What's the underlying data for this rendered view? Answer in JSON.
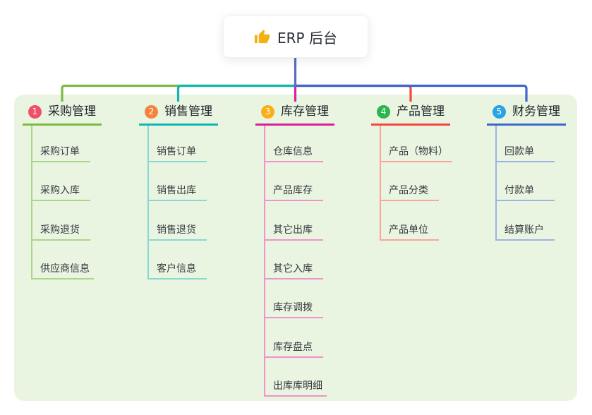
{
  "root": {
    "label": "ERP 后台",
    "icon": "thumbs-up"
  },
  "canvas": {
    "background": "#ffffff",
    "panel_color": "#e9f5e1",
    "root_line_color": "#5b6bc0"
  },
  "branches": [
    {
      "index": "1",
      "label": "采购管理",
      "badge_color": "#f04f68",
      "line_color": "#7cba43",
      "light_color": "#abd689",
      "children": [
        "采购订单",
        "采购入库",
        "采购退货",
        "供应商信息"
      ]
    },
    {
      "index": "2",
      "label": "销售管理",
      "badge_color": "#f5823d",
      "line_color": "#12b7b2",
      "light_color": "#89d7d2",
      "children": [
        "销售订单",
        "销售出库",
        "销售退货",
        "客户信息"
      ]
    },
    {
      "index": "3",
      "label": "库存管理",
      "badge_color": "#fbae17",
      "line_color": "#d9219c",
      "light_color": "#f092cb",
      "children": [
        "仓库信息",
        "产品库存",
        "其它出库",
        "其它入库",
        "库存调拨",
        "库存盘点",
        "出库库明细"
      ]
    },
    {
      "index": "4",
      "label": "产品管理",
      "badge_color": "#2db54d",
      "line_color": "#f4473f",
      "light_color": "#f9a49d",
      "children": [
        "产品（物料）",
        "产品分类",
        "产品单位"
      ]
    },
    {
      "index": "5",
      "label": "财务管理",
      "badge_color": "#29a3e2",
      "line_color": "#3c68cb",
      "light_color": "#9db3e2",
      "children": [
        "回款单",
        "付款单",
        "结算账户"
      ]
    }
  ]
}
